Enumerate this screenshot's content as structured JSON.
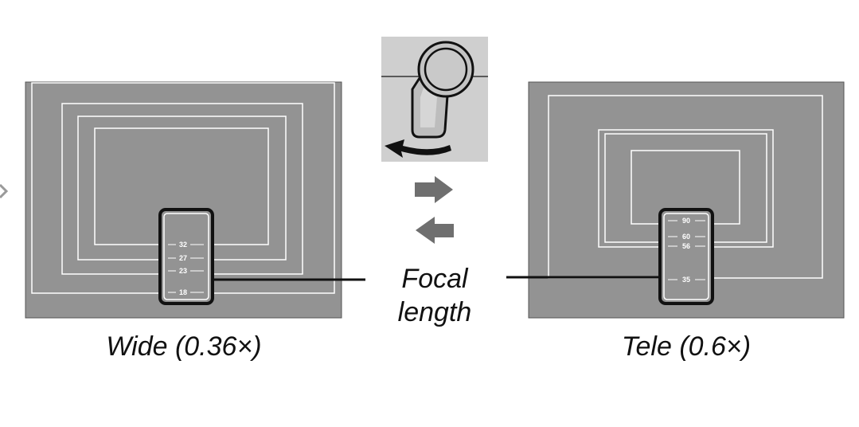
{
  "wide": {
    "caption": "Wide (0.36×)",
    "scale_labels": [
      "32",
      "27",
      "23",
      "18"
    ]
  },
  "tele": {
    "caption": "Tele (0.6×)",
    "scale_labels": [
      "90",
      "60",
      "56",
      "35"
    ]
  },
  "focal": {
    "line1": "Focal",
    "line2": "length"
  },
  "colors": {
    "screen": "#939393",
    "frame_line": "#ffffff",
    "arrow": "#6f6f6f",
    "switch_bg": "#cfcfcf",
    "ink": "#111111"
  }
}
